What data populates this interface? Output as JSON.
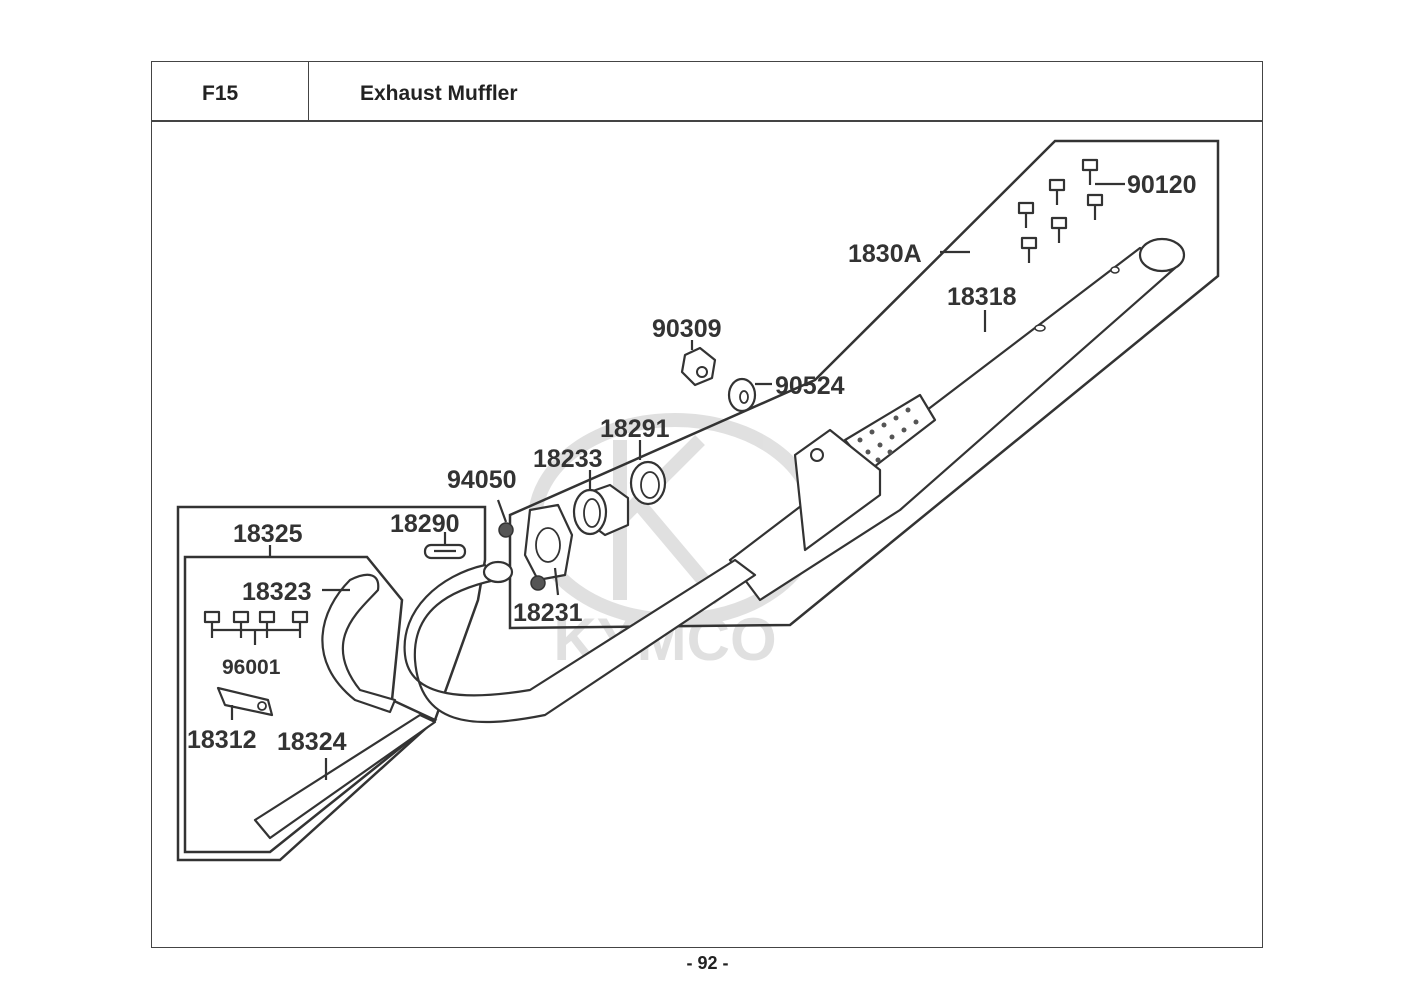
{
  "header": {
    "code": "F15",
    "title": "Exhaust Muffler"
  },
  "watermark": {
    "text": "KYMCO",
    "color": "#c8c8c8"
  },
  "parts": {
    "p90120": "90120",
    "p1830A": "1830A",
    "p18318": "18318",
    "p90309": "90309",
    "p90524": "90524",
    "p18291": "18291",
    "p18233": "18233",
    "p94050": "94050",
    "p18290": "18290",
    "p18325": "18325",
    "p18323": "18323",
    "p96001": "96001",
    "p18231": "18231",
    "p18312": "18312",
    "p18324": "18324"
  },
  "footer": {
    "page": "- 92 -"
  }
}
